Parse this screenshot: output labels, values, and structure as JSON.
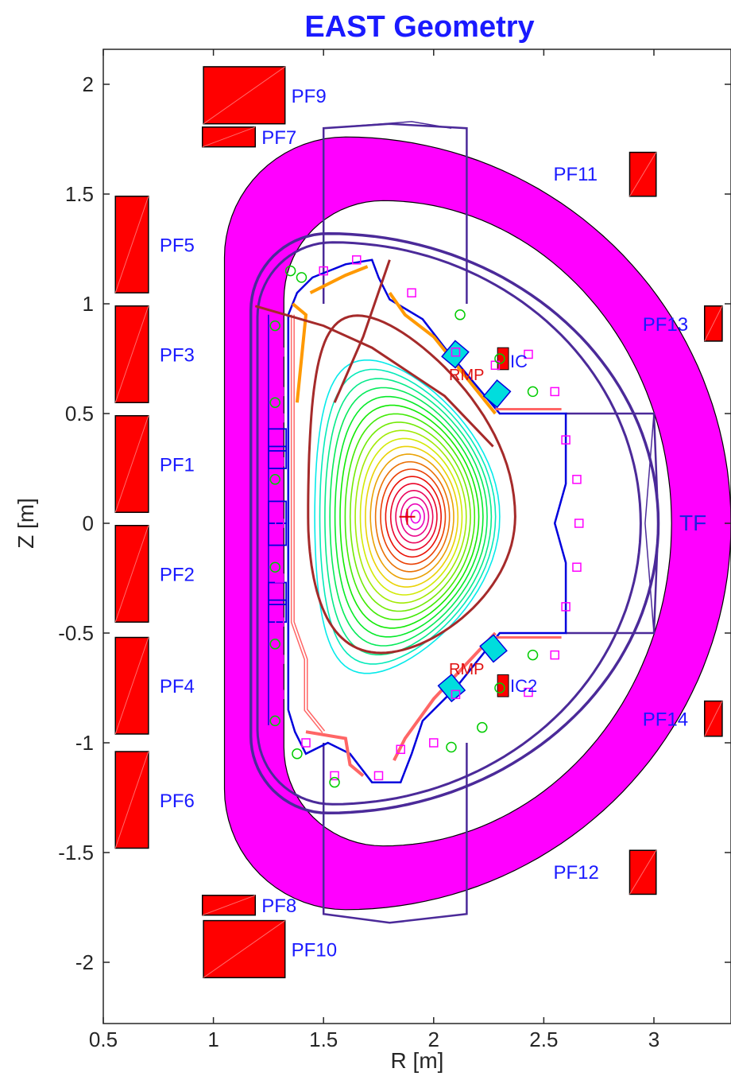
{
  "figure": {
    "title": "EAST Geometry",
    "xlabel": "R [m]",
    "ylabel": "Z [m]",
    "xlim": [
      0.5,
      3.35
    ],
    "ylim": [
      -2.15,
      2.15
    ],
    "x_ticks": [
      "0.5",
      "1",
      "1.5",
      "2",
      "2.5",
      "3"
    ],
    "y_ticks": [
      "2",
      "1.5",
      "1",
      "0.5",
      "0",
      "-0.5",
      "-1",
      "-1.5",
      "-2"
    ],
    "box": true
  },
  "colors": {
    "pf_coil": "#ff0000",
    "tf_coil": "#ff00ff",
    "vessel": "#4b2a99",
    "first_wall": "#0000dd",
    "separatrix": "#a52a2a",
    "title": "#1a1aff",
    "magnetic_probe": "#ff00ff",
    "flux_loop": "#00cc00",
    "tile_orange": "#ff9900",
    "tile_pink": "#ff6666",
    "port_cyan": "#00dddd"
  },
  "pf_coils": [
    {
      "label": "PF1",
      "r": 0.63,
      "z": 0.27,
      "dr": 0.15,
      "dz": 0.44
    },
    {
      "label": "PF2",
      "r": 0.63,
      "z": -0.23,
      "dr": 0.15,
      "dz": 0.44
    },
    {
      "label": "PF3",
      "r": 0.63,
      "z": 0.77,
      "dr": 0.15,
      "dz": 0.44
    },
    {
      "label": "PF4",
      "r": 0.63,
      "z": -0.74,
      "dr": 0.15,
      "dz": 0.44
    },
    {
      "label": "PF5",
      "r": 0.63,
      "z": 1.27,
      "dr": 0.15,
      "dz": 0.44
    },
    {
      "label": "PF6",
      "r": 0.63,
      "z": -1.26,
      "dr": 0.15,
      "dz": 0.44
    },
    {
      "label": "PF7",
      "r": 1.07,
      "z": 1.76,
      "dr": 0.24,
      "dz": 0.09
    },
    {
      "label": "PF8",
      "r": 1.07,
      "z": -1.74,
      "dr": 0.24,
      "dz": 0.09
    },
    {
      "label": "PF9",
      "r": 1.14,
      "z": 1.95,
      "dr": 0.37,
      "dz": 0.26
    },
    {
      "label": "PF10",
      "r": 1.14,
      "z": -1.94,
      "dr": 0.37,
      "dz": 0.26
    },
    {
      "label": "PF11",
      "r": 2.95,
      "z": 1.59,
      "dr": 0.12,
      "dz": 0.2
    },
    {
      "label": "PF12",
      "r": 2.95,
      "z": -1.59,
      "dr": 0.12,
      "dz": 0.2
    },
    {
      "label": "PF13",
      "r": 3.27,
      "z": 0.91,
      "dr": 0.08,
      "dz": 0.16
    },
    {
      "label": "PF14",
      "r": 3.27,
      "z": -0.89,
      "dr": 0.08,
      "dz": 0.16
    }
  ],
  "labels": {
    "tf": "TF",
    "rmp_upper": "RMP",
    "rmp_lower": "RMP",
    "ic_upper": "IC",
    "ic_lower": "IC2"
  },
  "plasma": {
    "axis_r": 1.88,
    "axis_z": 0.03,
    "n_contours": 20
  }
}
